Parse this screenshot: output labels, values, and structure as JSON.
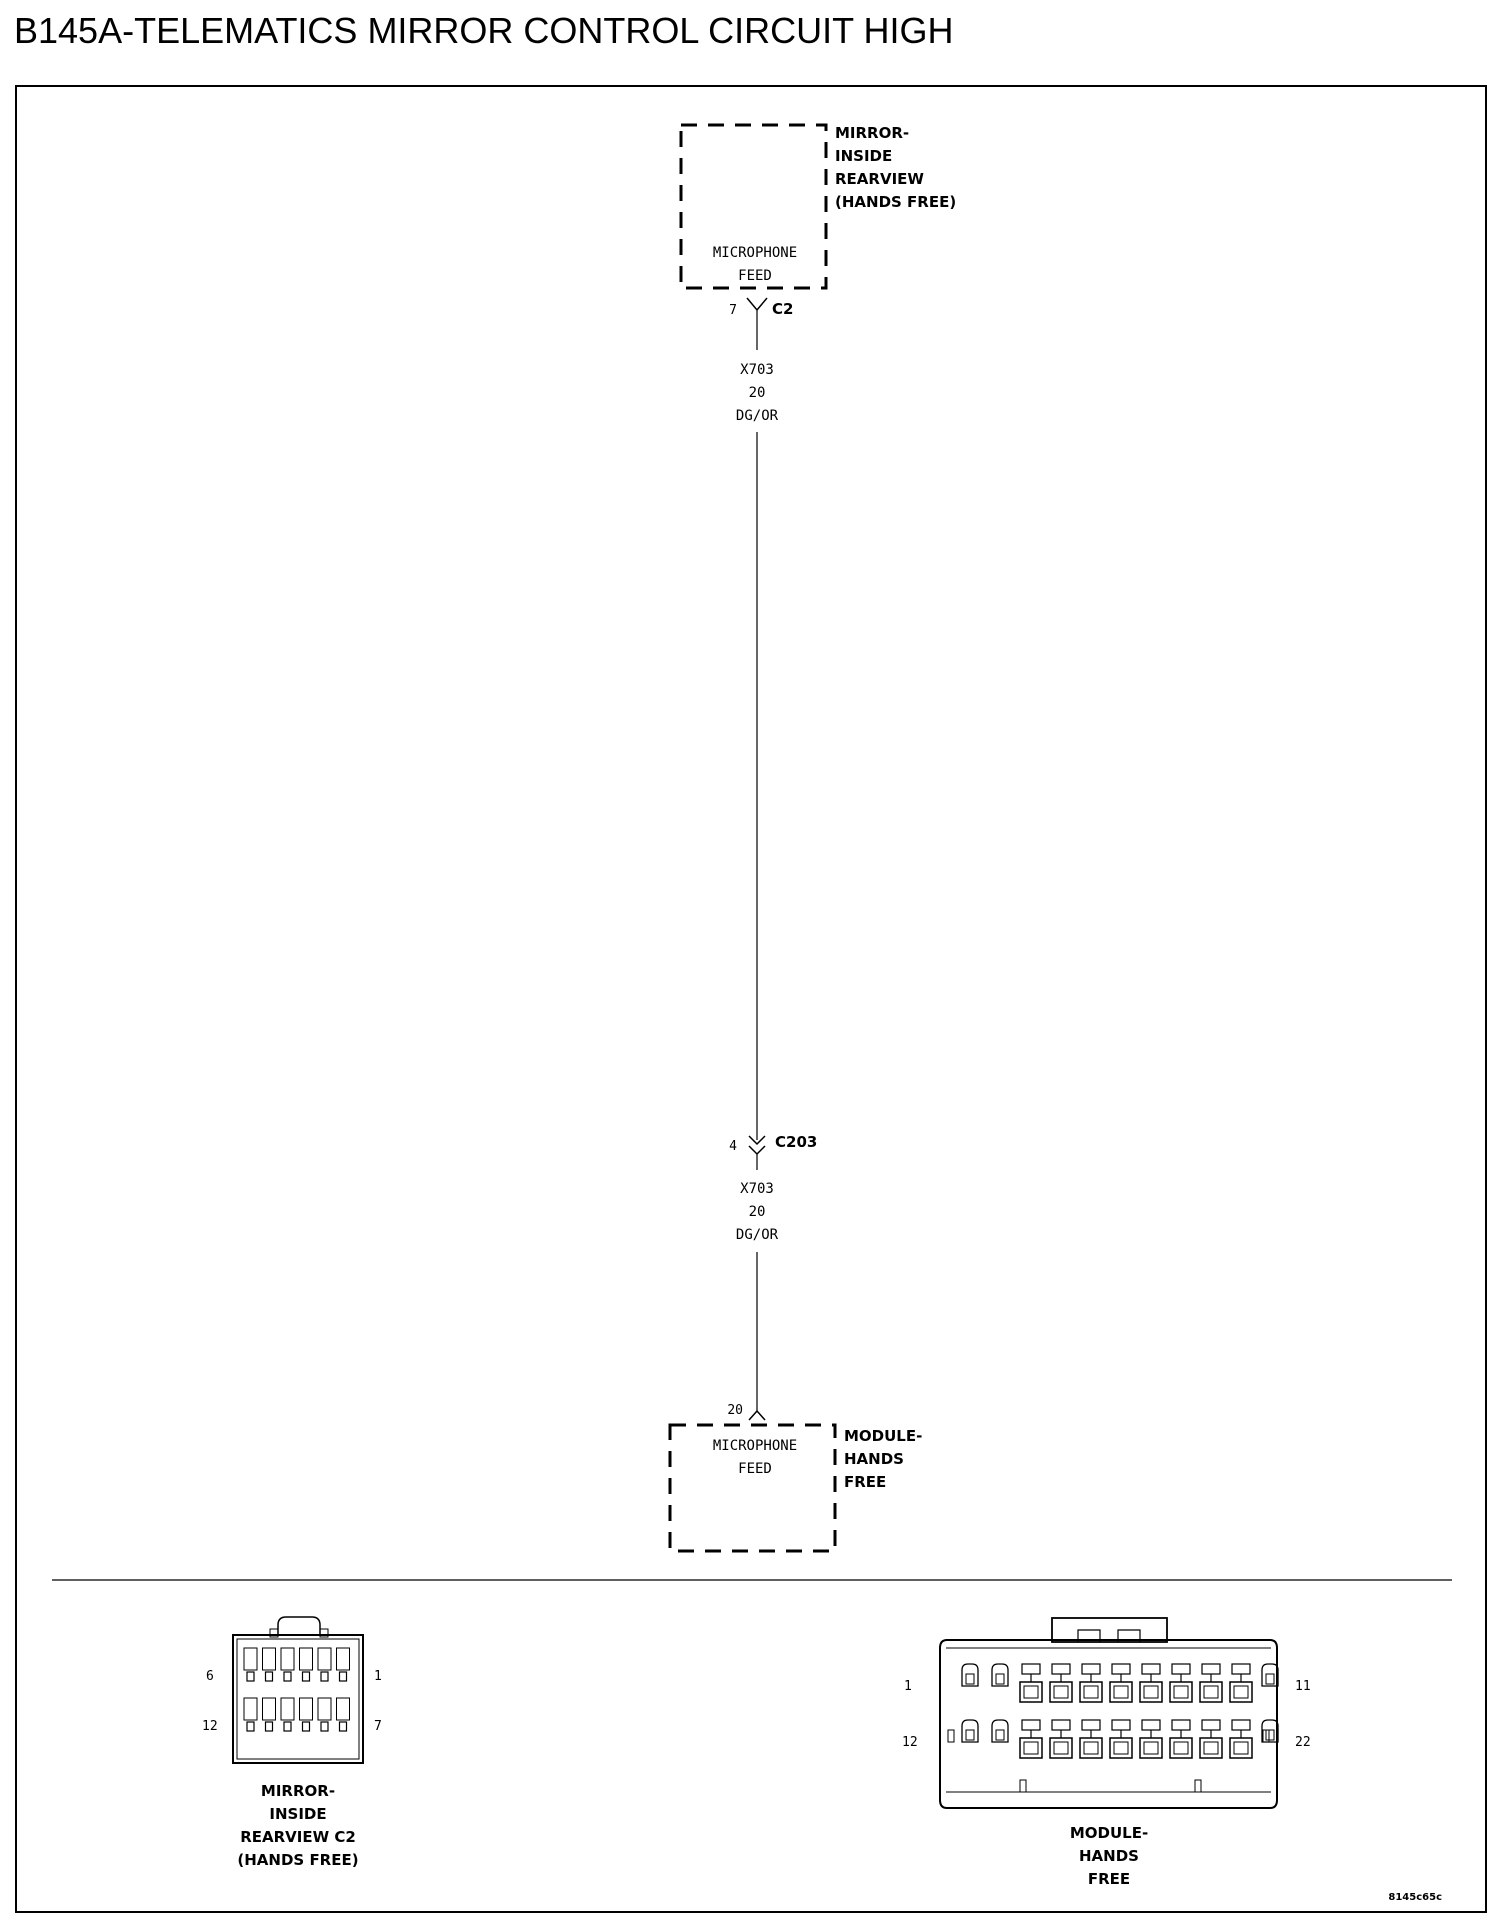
{
  "title": "B145A-TELEMATICS MIRROR CONTROL CIRCUIT HIGH",
  "mirror": {
    "name_lines": [
      "MIRROR-",
      "INSIDE",
      "REARVIEW",
      "(HANDS FREE)"
    ],
    "pin_label_lines": [
      "MICROPHONE",
      "FEED"
    ],
    "pin": "7",
    "connector": "C2"
  },
  "wire_upper": {
    "lines": [
      "X703",
      "20",
      "DG/OR"
    ]
  },
  "inline_connector": {
    "pin": "4",
    "name": "C203"
  },
  "wire_lower": {
    "lines": [
      "X703",
      "20",
      "DG/OR"
    ]
  },
  "module": {
    "name_lines": [
      "MODULE-",
      "HANDS",
      "FREE"
    ],
    "pin_label_lines": [
      "MICROPHONE",
      "FEED"
    ],
    "pin": "20"
  },
  "mirror_connector_view": {
    "pins": {
      "top_left": "6",
      "top_right": "1",
      "bottom_left": "12",
      "bottom_right": "7"
    },
    "caption_lines": [
      "MIRROR-",
      "INSIDE",
      "REARVIEW C2",
      "(HANDS FREE)"
    ]
  },
  "module_connector_view": {
    "pins": {
      "top_left": "1",
      "top_right": "11",
      "bottom_left": "12",
      "bottom_right": "22"
    },
    "caption_lines": [
      "MODULE-",
      "HANDS",
      "FREE"
    ]
  },
  "figure_id": "8145c65c"
}
